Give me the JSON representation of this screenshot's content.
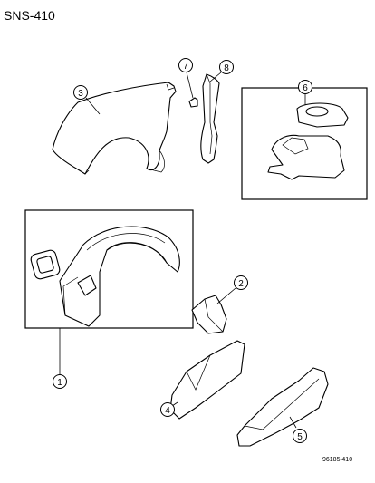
{
  "diagram_id": "SNS-410",
  "footer_code": "96185 410",
  "callouts": [
    "1",
    "2",
    "3",
    "4",
    "5",
    "6",
    "7",
    "8"
  ]
}
